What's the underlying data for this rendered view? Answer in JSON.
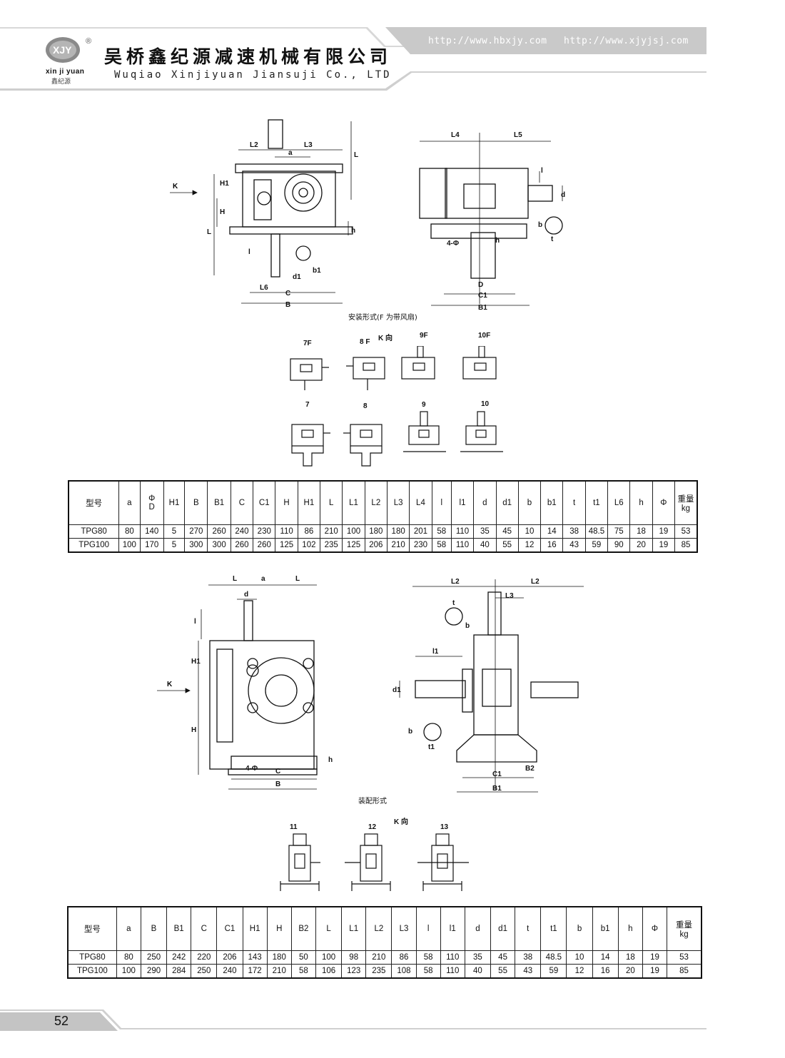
{
  "header": {
    "company_cn": "吴桥鑫纪源减速机械有限公司",
    "company_en": "Wuqiao Xinjiyuan Jiansuji Co., LTD",
    "url1": "http://www.hbxjy.com",
    "url2": "http://www.xjyjsj.com",
    "logo_text": "XJY",
    "brand_en": "xin ji yuan",
    "brand_cn": "鑫纪源",
    "registered_mark": "®",
    "band_color": "#cfcfcf"
  },
  "section1": {
    "caption": "安装形式(F 为带风扇)",
    "view_label": "K 向",
    "mount_types_top": [
      "7F",
      "8 F",
      "9F",
      "10F"
    ],
    "mount_types_bottom": [
      "7",
      "8",
      "9",
      "10"
    ],
    "k_arrow": "K",
    "dims": [
      "L2",
      "a",
      "L3",
      "L",
      "H1",
      "H",
      "L",
      "h",
      "l",
      "d1",
      "b1",
      "L6",
      "C",
      "B",
      "L4",
      "L5",
      "l",
      "d",
      "b",
      "t",
      "4-Φ",
      "h",
      "D",
      "C1",
      "B1"
    ],
    "table": {
      "headers": [
        "型号",
        "a",
        "Φ\nD",
        "H1",
        "B",
        "B1",
        "C",
        "C1",
        "H",
        "H1",
        "L",
        "L1",
        "L2",
        "L3",
        "L4",
        "l",
        "l1",
        "d",
        "d1",
        "b",
        "b1",
        "t",
        "t1",
        "L6",
        "h",
        "Φ",
        "重量\nkg"
      ],
      "rows": [
        [
          "TPG80",
          "80",
          "140",
          "5",
          "270",
          "260",
          "240",
          "230",
          "110",
          "86",
          "210",
          "100",
          "180",
          "180",
          "201",
          "58",
          "110",
          "35",
          "45",
          "10",
          "14",
          "38",
          "48.5",
          "75",
          "18",
          "19",
          "53"
        ],
        [
          "TPG100",
          "100",
          "170",
          "5",
          "300",
          "300",
          "260",
          "260",
          "125",
          "102",
          "235",
          "125",
          "206",
          "210",
          "230",
          "58",
          "110",
          "40",
          "55",
          "12",
          "16",
          "43",
          "59",
          "90",
          "20",
          "19",
          "85"
        ]
      ]
    }
  },
  "section2": {
    "caption": "装配形式",
    "view_label": "K 向",
    "mount_types": [
      "11",
      "12",
      "13"
    ],
    "k_arrow": "K",
    "dims": [
      "L",
      "a",
      "L",
      "d",
      "l",
      "H1",
      "H",
      "4-Φ",
      "C",
      "B",
      "h",
      "L2",
      "L2",
      "t",
      "L3",
      "b",
      "l1",
      "d1",
      "b",
      "t1",
      "C1",
      "B2",
      "B1"
    ],
    "table": {
      "headers": [
        "型号",
        "a",
        "B",
        "B1",
        "C",
        "C1",
        "H1",
        "H",
        "B2",
        "L",
        "L1",
        "L2",
        "L3",
        "l",
        "l1",
        "d",
        "d1",
        "t",
        "t1",
        "b",
        "b1",
        "h",
        "Φ",
        "重量\nkg"
      ],
      "rows": [
        [
          "TPG80",
          "80",
          "250",
          "242",
          "220",
          "206",
          "143",
          "180",
          "50",
          "100",
          "98",
          "210",
          "86",
          "58",
          "110",
          "35",
          "45",
          "38",
          "48.5",
          "10",
          "14",
          "18",
          "19",
          "53"
        ],
        [
          "TPG100",
          "100",
          "290",
          "284",
          "250",
          "240",
          "172",
          "210",
          "58",
          "106",
          "123",
          "235",
          "108",
          "58",
          "110",
          "40",
          "55",
          "43",
          "59",
          "12",
          "16",
          "20",
          "19",
          "85"
        ]
      ]
    }
  },
  "footer": {
    "page_number": "52"
  }
}
